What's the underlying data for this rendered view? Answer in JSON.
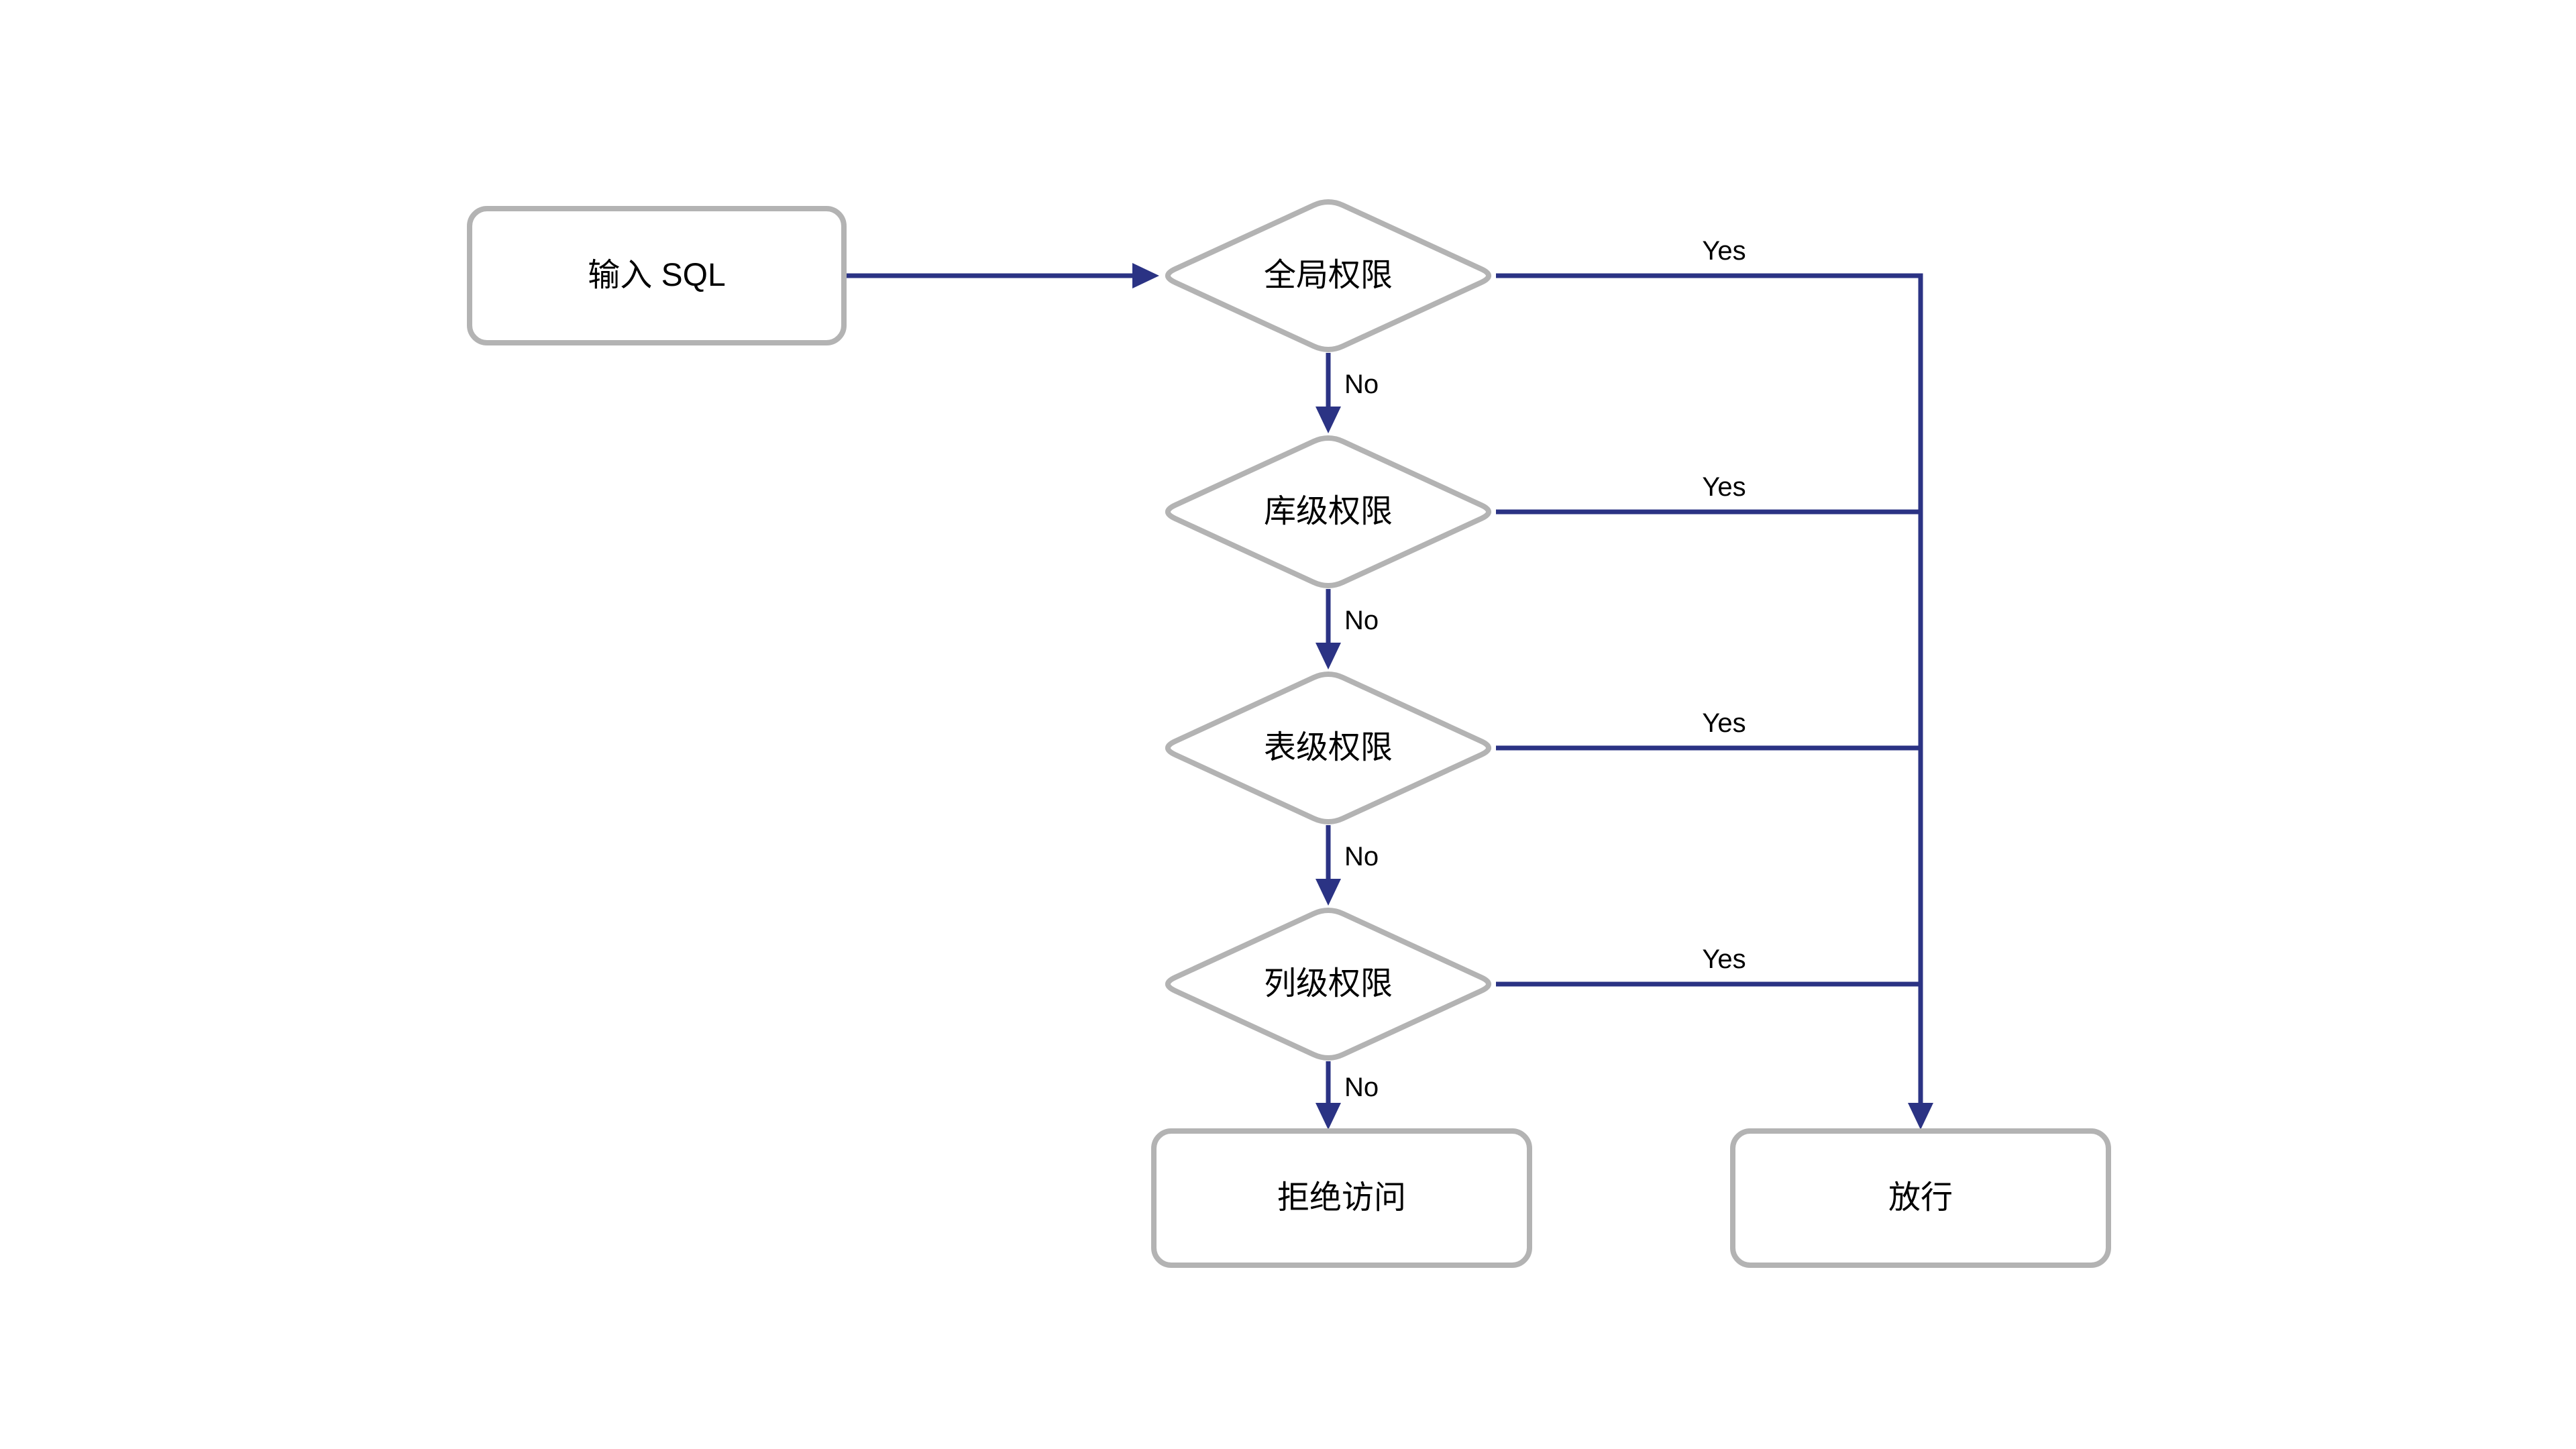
{
  "diagram": {
    "type": "flowchart",
    "nodes": {
      "input_sql": {
        "label": "输入 SQL",
        "shape": "rounded-rect"
      },
      "global_perm": {
        "label": "全局权限",
        "shape": "diamond"
      },
      "db_perm": {
        "label": "库级权限",
        "shape": "diamond"
      },
      "table_perm": {
        "label": "表级权限",
        "shape": "diamond"
      },
      "column_perm": {
        "label": "列级权限",
        "shape": "diamond"
      },
      "deny": {
        "label": "拒绝访问",
        "shape": "rounded-rect"
      },
      "allow": {
        "label": "放行",
        "shape": "rounded-rect"
      }
    },
    "edges": [
      {
        "from": "input_sql",
        "to": "global_perm",
        "label": ""
      },
      {
        "from": "global_perm",
        "to": "allow",
        "label": "Yes"
      },
      {
        "from": "global_perm",
        "to": "db_perm",
        "label": "No"
      },
      {
        "from": "db_perm",
        "to": "allow",
        "label": "Yes"
      },
      {
        "from": "db_perm",
        "to": "table_perm",
        "label": "No"
      },
      {
        "from": "table_perm",
        "to": "allow",
        "label": "Yes"
      },
      {
        "from": "table_perm",
        "to": "column_perm",
        "label": "No"
      },
      {
        "from": "column_perm",
        "to": "allow",
        "label": "Yes"
      },
      {
        "from": "column_perm",
        "to": "deny",
        "label": "No"
      }
    ]
  },
  "colors": {
    "connector": "#2b3384",
    "node-border": "#b3b3b3",
    "node-fill": "#ffffff",
    "canvas-bg": "#ffffff",
    "label-text": "#000000"
  }
}
